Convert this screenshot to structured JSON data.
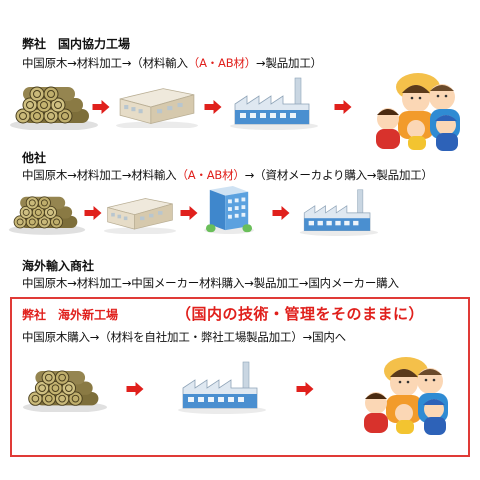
{
  "sections": [
    {
      "heading": "弊社　国内協力工場",
      "flow_pre": "中国原木→材料加工→（材料輸入",
      "flow_hl": "（A・AB材）",
      "flow_post": "→製品加工）"
    },
    {
      "heading": "他社",
      "flow_pre": "中国原木→材料加工→材料輸入",
      "flow_hl": "（A・AB材）",
      "flow_post": "→（資材メーカより購入→製品加工）"
    },
    {
      "heading": "海外輸入商社",
      "flow_pre": "中国原木→材料加工→中国メーカー材料購入→製品加工→国内メーカー購入",
      "flow_hl": "",
      "flow_post": ""
    },
    {
      "heading": "弊社　海外新工場",
      "slogan": "（国内の技術・管理をそのままに）",
      "flow_pre": "中国原木購入→（材料を自社加工・弊社工場製品加工）→国内へ",
      "flow_hl": "",
      "flow_post": ""
    }
  ],
  "colors": {
    "accent": "#e0201c",
    "box_border": "#e03a36",
    "factory": "#4a8fd0",
    "warehouse": "#d8cdb8"
  },
  "icons": [
    "logs-icon",
    "warehouse-icon",
    "factory-icon",
    "office-building-icon",
    "family-icon",
    "arrow-icon"
  ]
}
